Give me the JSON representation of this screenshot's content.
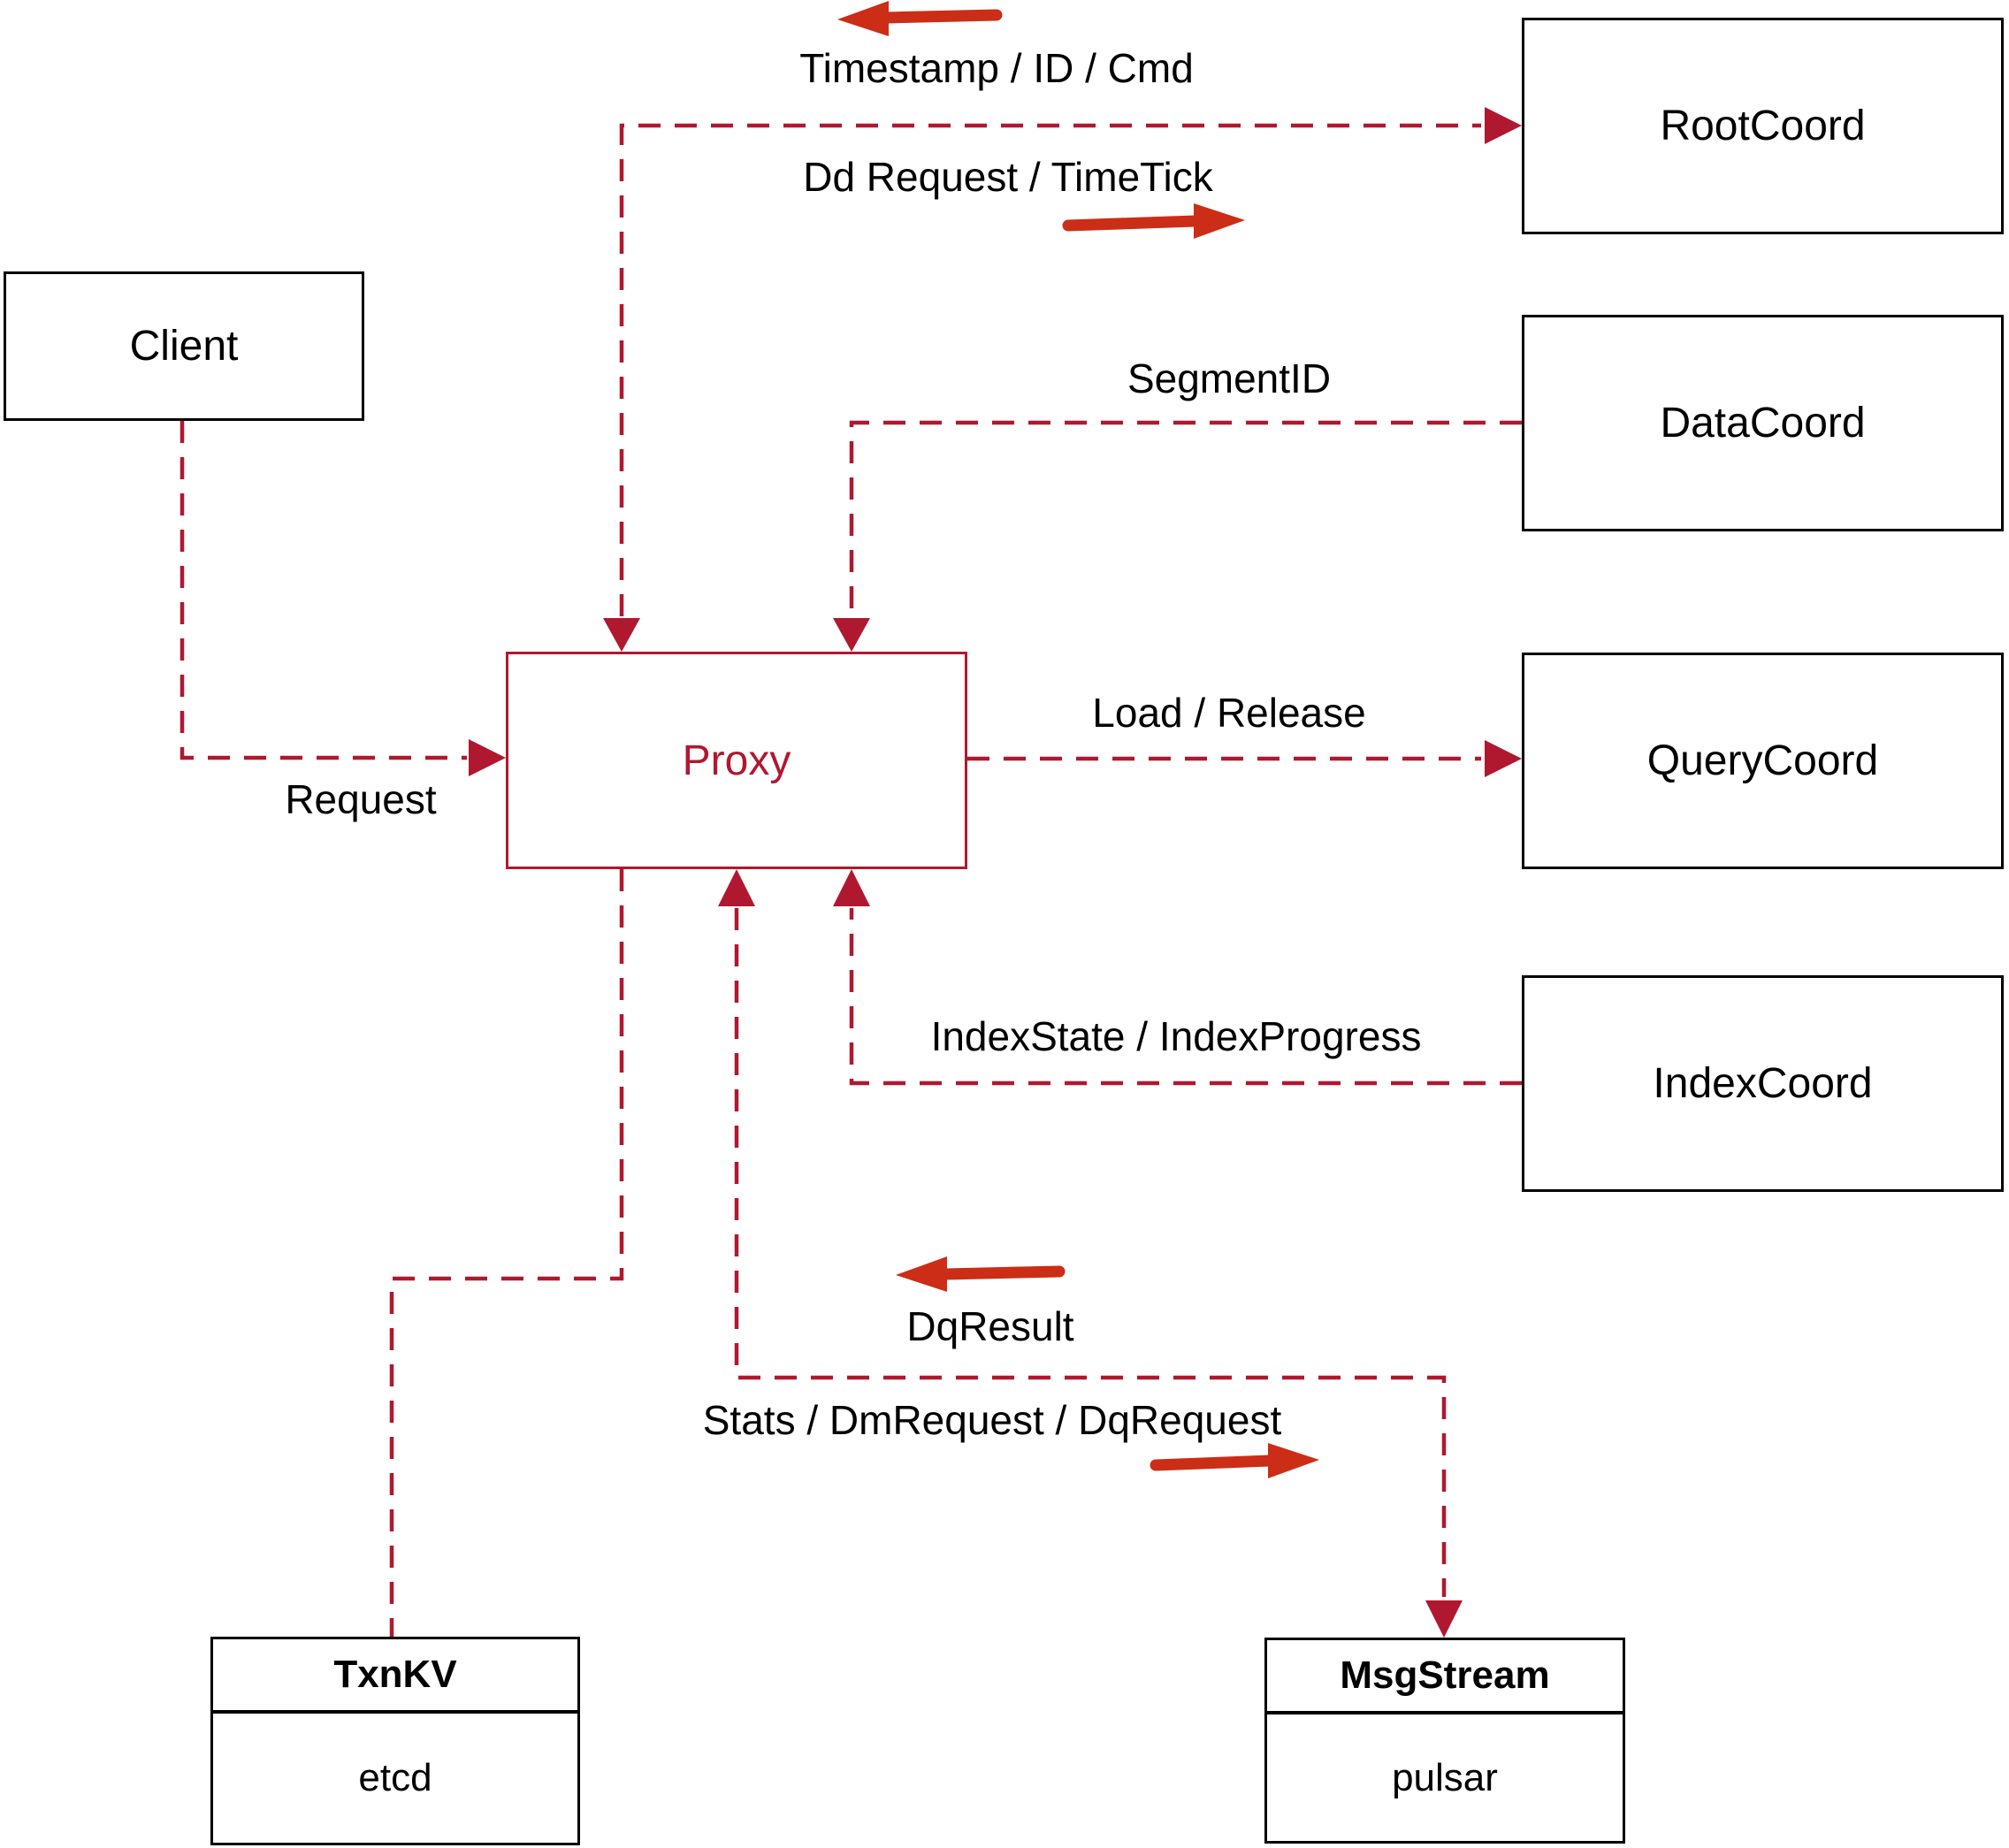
{
  "diagram": {
    "background": "#ffffff",
    "colors": {
      "connector_dashed": "#b0182f",
      "thick_arrow": "#cc2d16",
      "box_border": "#000000",
      "proxy_accent": "#b0182f",
      "text": "#000000"
    },
    "nodes": {
      "client": {
        "label": "Client"
      },
      "proxy": {
        "label": "Proxy"
      },
      "rootcoord": {
        "label": "RootCoord"
      },
      "datacoord": {
        "label": "DataCoord"
      },
      "querycoord": {
        "label": "QueryCoord"
      },
      "indexcoord": {
        "label": "IndexCoord"
      },
      "txnkv": {
        "header": "TxnKV",
        "body": "etcd"
      },
      "msgstream": {
        "header": "MsgStream",
        "body": "pulsar"
      }
    },
    "edge_labels": {
      "proxy_rootcoord_return": "Timestamp / ID / Cmd",
      "proxy_rootcoord_send": "Dd Request / TimeTick",
      "datacoord_proxy": "SegmentID",
      "proxy_querycoord": "Load / Release",
      "indexcoord_proxy": "IndexState / IndexProgress",
      "client_proxy": "Request",
      "msgstream_proxy_return": "DqResult",
      "proxy_msgstream_send": "Stats / DmRequest / DqRequest"
    }
  }
}
